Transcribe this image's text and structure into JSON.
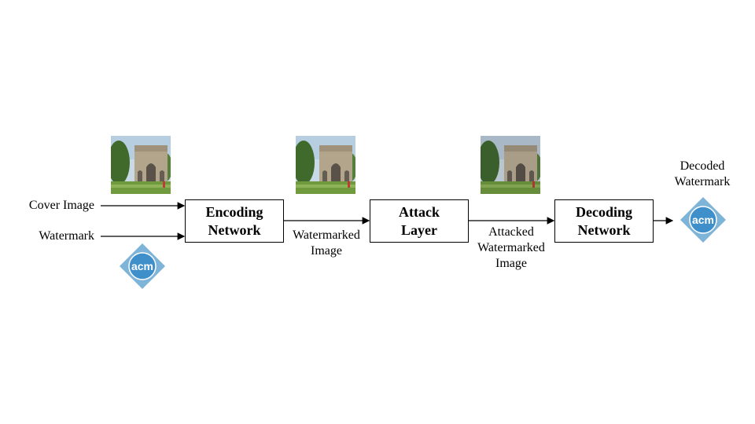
{
  "inputs": {
    "cover_image_label": "Cover Image",
    "watermark_label": "Watermark"
  },
  "blocks": {
    "encoder": {
      "line1": "Encoding",
      "line2": "Network"
    },
    "attack": {
      "line1": "Attack",
      "line2": "Layer"
    },
    "decoder": {
      "line1": "Decoding",
      "line2": "Network"
    }
  },
  "outputs": {
    "watermarked_line1": "Watermarked",
    "watermarked_line2": "Image",
    "attacked_line1": "Attacked",
    "attacked_line2": "Watermarked",
    "attacked_line3": "Image",
    "decoded_line1": "Decoded",
    "decoded_line2": "Watermark"
  },
  "logo": {
    "text": "acm"
  },
  "colors": {
    "logo_outer": "#7fb4d9",
    "logo_inner": "#3f8fcb",
    "logo_text": "#ffffff",
    "arrow": "#000000"
  },
  "icons": [
    "arch-photo",
    "acm-logo"
  ]
}
